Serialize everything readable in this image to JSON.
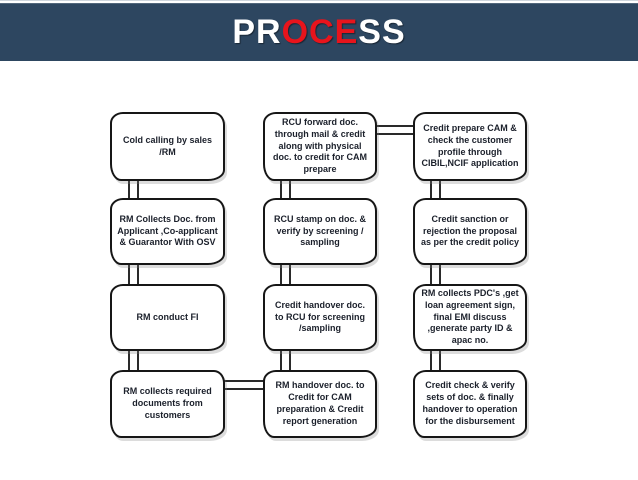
{
  "header": {
    "bg_color": "#2d4660",
    "accent_red": "#e8141c",
    "title_segments": [
      {
        "text": "PR",
        "color": "#ffffff"
      },
      {
        "text": "OCE",
        "color": "#e8141c"
      },
      {
        "text": "SS",
        "color": "#ffffff"
      }
    ]
  },
  "flowchart": {
    "box_border_color": "#161616",
    "box_text_color": "#1b202b",
    "boxes": [
      {
        "id": "c1r1",
        "col": 1,
        "row": 1,
        "text": "Cold calling by sales /RM"
      },
      {
        "id": "c1r2",
        "col": 1,
        "row": 2,
        "text": "RM Collects Doc. from Applicant ,Co-applicant & Guarantor With OSV"
      },
      {
        "id": "c1r3",
        "col": 1,
        "row": 3,
        "text": "RM conduct FI"
      },
      {
        "id": "c1r4",
        "col": 1,
        "row": 4,
        "text": "RM collects required documents from customers"
      },
      {
        "id": "c2r1",
        "col": 2,
        "row": 1,
        "text": "RCU forward  doc. through mail  & credit along with physical doc. to credit for CAM prepare"
      },
      {
        "id": "c2r2",
        "col": 2,
        "row": 2,
        "text": "RCU stamp on doc. & verify by screening / sampling"
      },
      {
        "id": "c2r3",
        "col": 2,
        "row": 3,
        "text": "Credit handover doc. to RCU for screening /sampling"
      },
      {
        "id": "c2r4",
        "col": 2,
        "row": 4,
        "text": "RM handover doc. to Credit for CAM preparation & Credit report generation"
      },
      {
        "id": "c3r1",
        "col": 3,
        "row": 1,
        "text": "Credit prepare CAM  & check the customer profile through CIBIL,NCIF application"
      },
      {
        "id": "c3r2",
        "col": 3,
        "row": 2,
        "text": "Credit sanction or rejection the proposal as per the credit policy"
      },
      {
        "id": "c3r3",
        "col": 3,
        "row": 3,
        "text": "RM collects PDC's ,get loan agreement sign, final EMI discuss ,generate party ID & apac no."
      },
      {
        "id": "c3r4",
        "col": 3,
        "row": 4,
        "text": "Credit check  & verify sets of doc.  & finally handover to operation for the disbursement"
      }
    ],
    "connectors": [
      {
        "from": "c1r1",
        "to": "c1r2",
        "style": "double-line-vertical"
      },
      {
        "from": "c1r2",
        "to": "c1r3",
        "style": "double-line-vertical"
      },
      {
        "from": "c1r3",
        "to": "c1r4",
        "style": "double-line-vertical"
      },
      {
        "from": "c2r1",
        "to": "c2r2",
        "style": "double-line-vertical"
      },
      {
        "from": "c2r2",
        "to": "c2r3",
        "style": "double-line-vertical"
      },
      {
        "from": "c2r3",
        "to": "c2r4",
        "style": "double-line-vertical"
      },
      {
        "from": "c3r1",
        "to": "c3r2",
        "style": "double-line-vertical"
      },
      {
        "from": "c3r2",
        "to": "c3r3",
        "style": "double-line-vertical"
      },
      {
        "from": "c3r3",
        "to": "c3r4",
        "style": "double-line-vertical"
      },
      {
        "from": "c2r1",
        "to": "c3r1",
        "style": "double-line-horizontal"
      },
      {
        "from": "c1r4",
        "to": "c2r4",
        "style": "double-line-horizontal"
      }
    ]
  }
}
